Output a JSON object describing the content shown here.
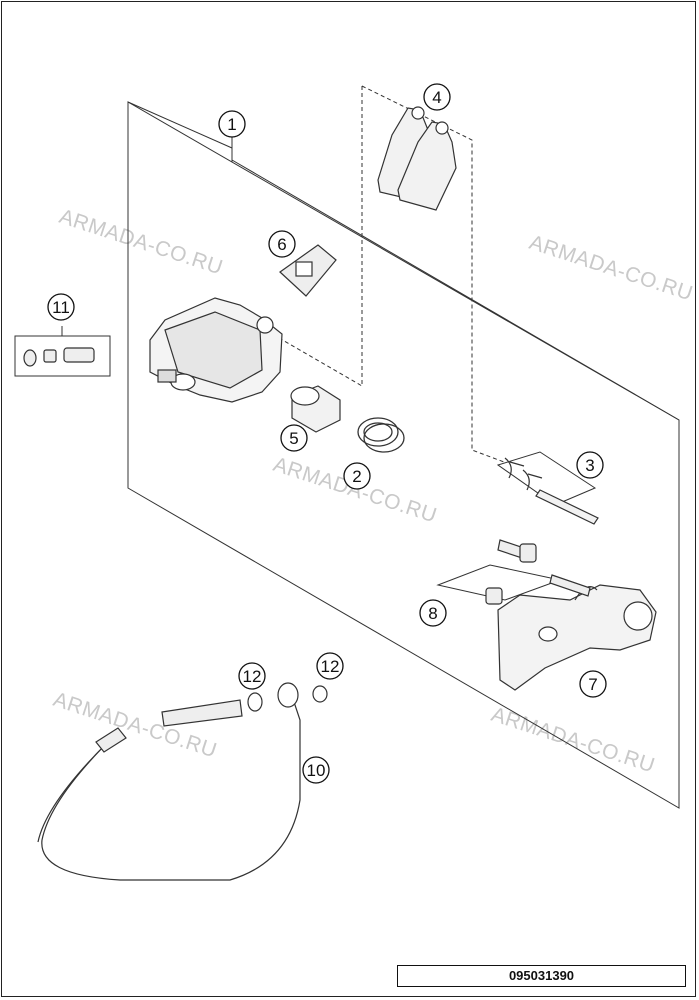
{
  "watermarks": [
    "ARMADA-CO.RU",
    "ARMADA-CO.RU",
    "ARMADA-CO.RU",
    "ARMADA-CO.RU",
    "ARMADA-CO.RU"
  ],
  "callouts": [
    "1",
    "2",
    "3",
    "4",
    "5",
    "6",
    "7",
    "8",
    "10",
    "11",
    "12",
    "12"
  ],
  "drawing_code": "095031390",
  "colors": {
    "line": "#333333",
    "callout_fill": "#ffffff",
    "watermark": "#c9c9c9"
  }
}
